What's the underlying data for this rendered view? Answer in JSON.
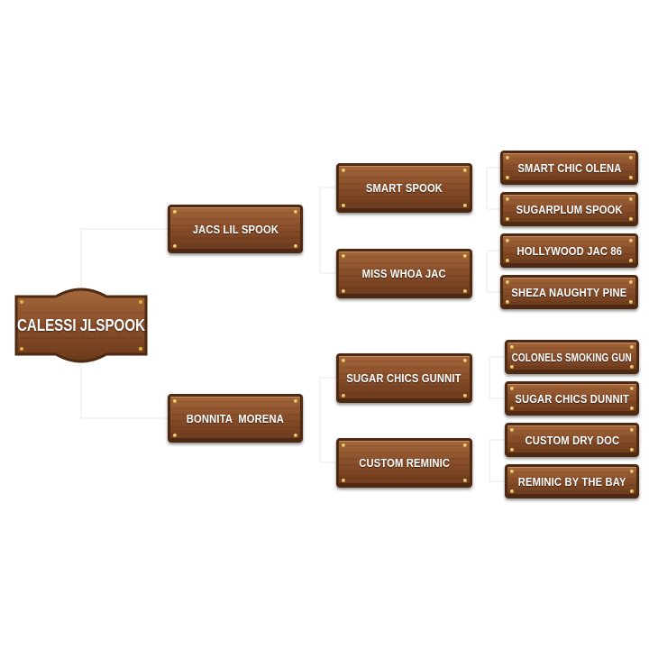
{
  "pedigree": {
    "horse": "CALESSI JLSPOOK",
    "sire": {
      "name": "JACS LIL SPOOK",
      "sire": {
        "name": "SMART SPOOK",
        "sire": "SMART CHIC OLENA",
        "dam": "SUGARPLUM SPOOK"
      },
      "dam": {
        "name": "MISS WHOA JAC",
        "sire": "HOLLYWOOD JAC 86",
        "dam": "SHEZA NAUGHTY PINE"
      }
    },
    "dam": {
      "name": "BONNITA  MORENA",
      "sire": {
        "name": "SUGAR CHICS GUNNIT",
        "sire": "COLONELS SMOKING GUN",
        "dam": "SUGAR CHICS DUNNIT"
      },
      "dam": {
        "name": "CUSTOM REMINIC",
        "sire": "CUSTOM DRY DOC",
        "dam": "REMINIC BY THE BAY"
      }
    }
  },
  "colors": {
    "wood_light": "#a4673c",
    "wood_dark": "#6c3a1c",
    "wood_border": "#4f2a12",
    "nail": "#e0b040",
    "text": "#ffffff",
    "connector": "#e8e8e8"
  }
}
